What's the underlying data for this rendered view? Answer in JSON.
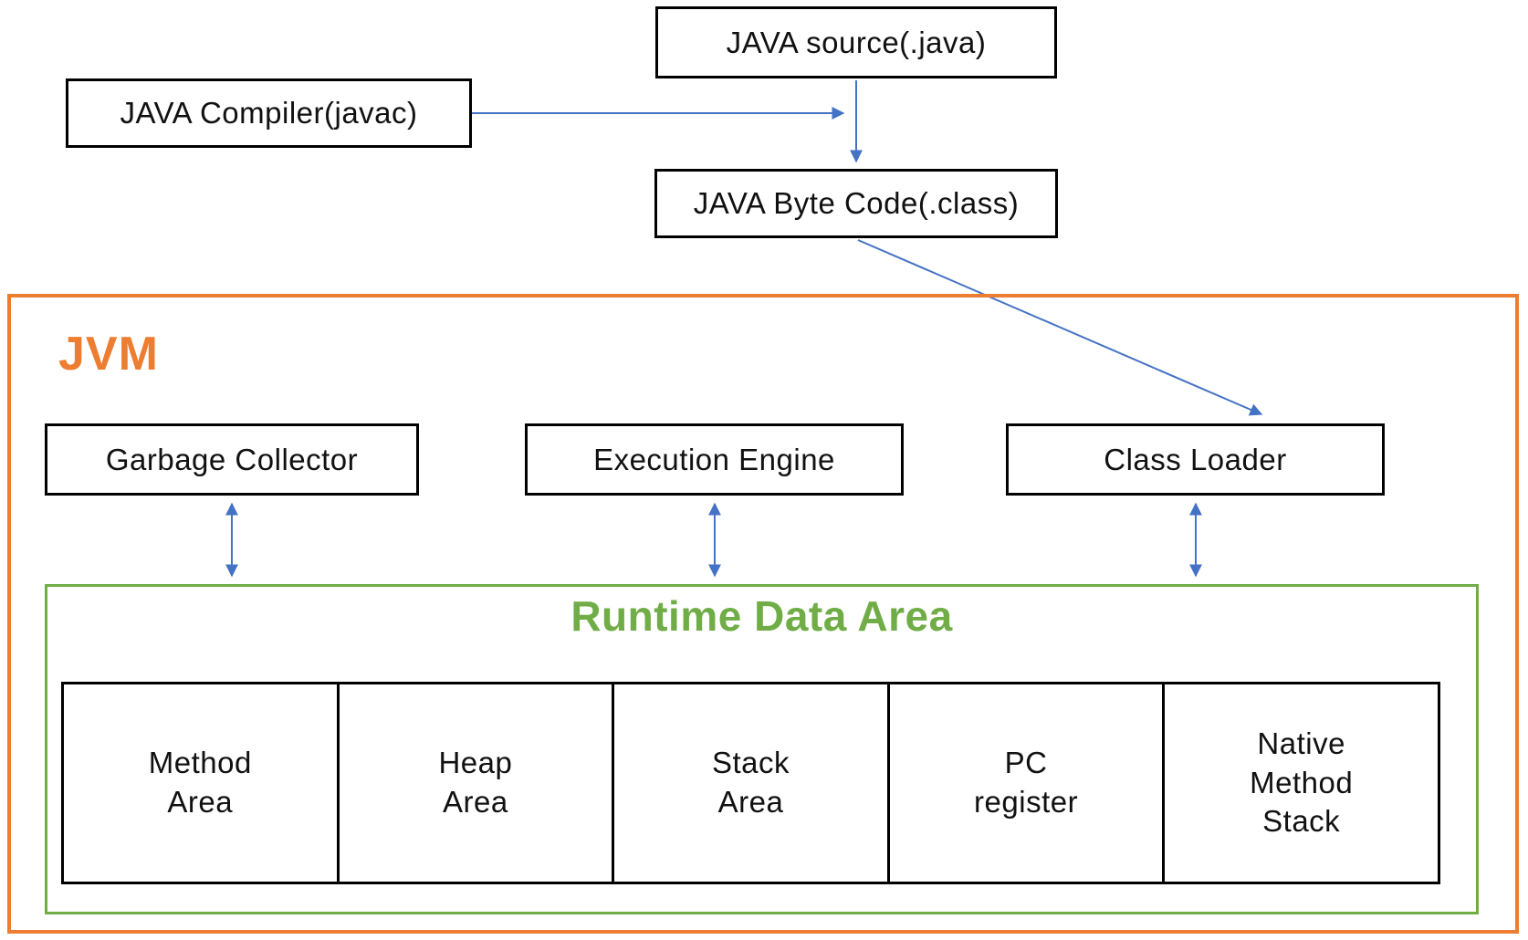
{
  "nodes": {
    "java_source": "JAVA source(.java)",
    "java_compiler": "JAVA Compiler(javac)",
    "java_byte_code": "JAVA Byte Code(.class)",
    "jvm_label": "JVM",
    "garbage_collector": "Garbage Collector",
    "execution_engine": "Execution Engine",
    "class_loader": "Class Loader"
  },
  "runtime": {
    "title": "Runtime Data Area",
    "cells": [
      "Method\nArea",
      "Heap\nArea",
      "Stack\nArea",
      "PC\nregister",
      "Native\nMethod\nStack"
    ]
  },
  "connections": [
    {
      "from": "java_compiler",
      "to": "java_source_flow",
      "direction": "one-way"
    },
    {
      "from": "java_source",
      "to": "java_byte_code",
      "direction": "one-way"
    },
    {
      "from": "java_byte_code",
      "to": "class_loader",
      "direction": "one-way"
    },
    {
      "from": "garbage_collector",
      "to": "runtime_data_area",
      "direction": "two-way"
    },
    {
      "from": "execution_engine",
      "to": "runtime_data_area",
      "direction": "two-way"
    },
    {
      "from": "class_loader",
      "to": "runtime_data_area",
      "direction": "two-way"
    }
  ],
  "colors": {
    "jvm_border": "#ED7D31",
    "runtime_border": "#70AD47",
    "arrow_color": "#4472C4",
    "node_border": "#000000",
    "bg": "#FFFFFF",
    "text": "#111111"
  }
}
